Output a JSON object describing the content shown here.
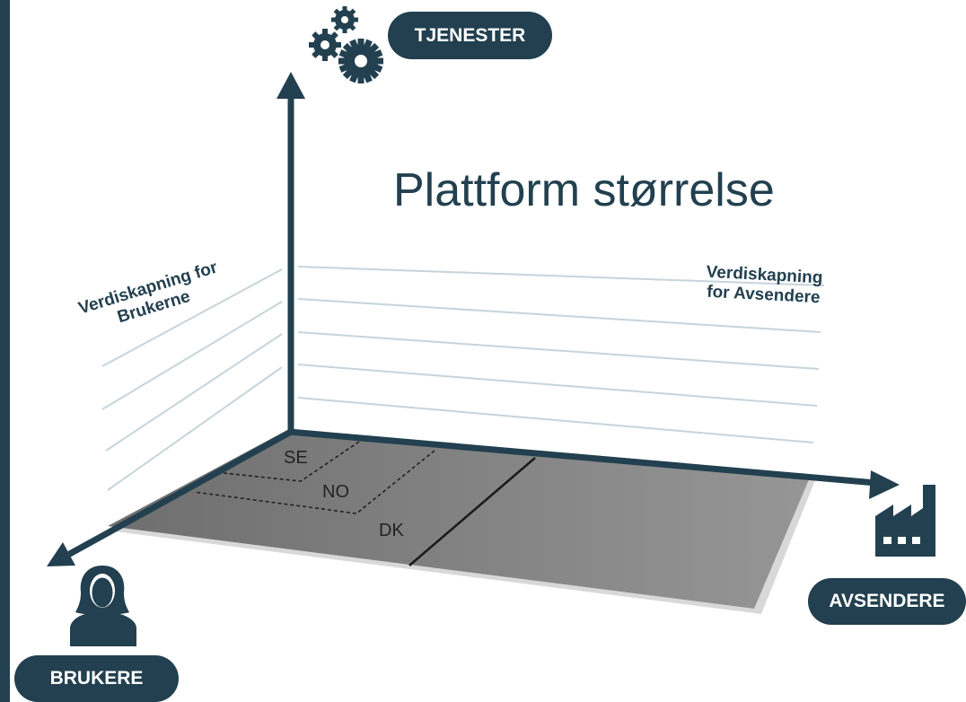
{
  "title": "Plattform størrelse",
  "axes": {
    "vertical": "TJENESTER",
    "right": "AVSENDERE",
    "left": "BRUKERE"
  },
  "value_labels": {
    "left_line1": "Verdiskapning for",
    "left_line2": "Brukerne",
    "right_line1": "Verdiskapning",
    "right_line2": "for Avsendere"
  },
  "regions": [
    "SE",
    "NO",
    "DK"
  ],
  "icons": {
    "vertical": "gears-icon",
    "right": "factory-icon",
    "left": "person-icon"
  },
  "colors": {
    "primary": "#22404f",
    "floor": "#7d7d7d",
    "grid": "#c6d4dc"
  }
}
